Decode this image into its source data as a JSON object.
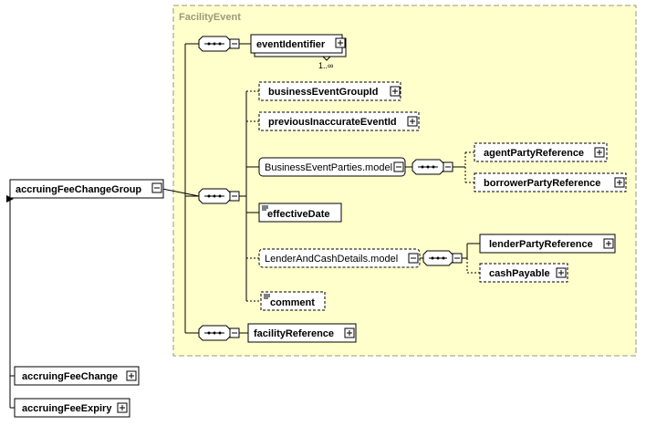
{
  "group": {
    "title": "FacilityEvent"
  },
  "root": {
    "label": "accruingFeeChangeGroup"
  },
  "derived": [
    {
      "label": "accruingFeeChange"
    },
    {
      "label": "accruingFeeExpiry"
    }
  ],
  "elements": {
    "event_identifier": {
      "label": "eventIdentifier",
      "cardinality": "1..∞"
    },
    "business_event_group_id": {
      "label": "businessEventGroupId"
    },
    "previous_inaccurate_event_id": {
      "label": "previousInaccurateEventId"
    },
    "business_event_parties_model": {
      "label": "BusinessEventParties.model"
    },
    "agent_party_reference": {
      "label": "agentPartyReference"
    },
    "borrower_party_reference": {
      "label": "borrowerPartyReference"
    },
    "effective_date": {
      "label": "effectiveDate"
    },
    "lender_and_cash_details_model": {
      "label": "LenderAndCashDetails.model"
    },
    "lender_party_reference": {
      "label": "lenderPartyReference"
    },
    "cash_payable": {
      "label": "cashPayable"
    },
    "comment": {
      "label": "comment"
    },
    "facility_reference": {
      "label": "facilityReference"
    }
  },
  "colors": {
    "group_fill": "#ffffcc",
    "group_border": "#9a9a7a",
    "node_fill": "#ffffff",
    "line": "#000000"
  }
}
